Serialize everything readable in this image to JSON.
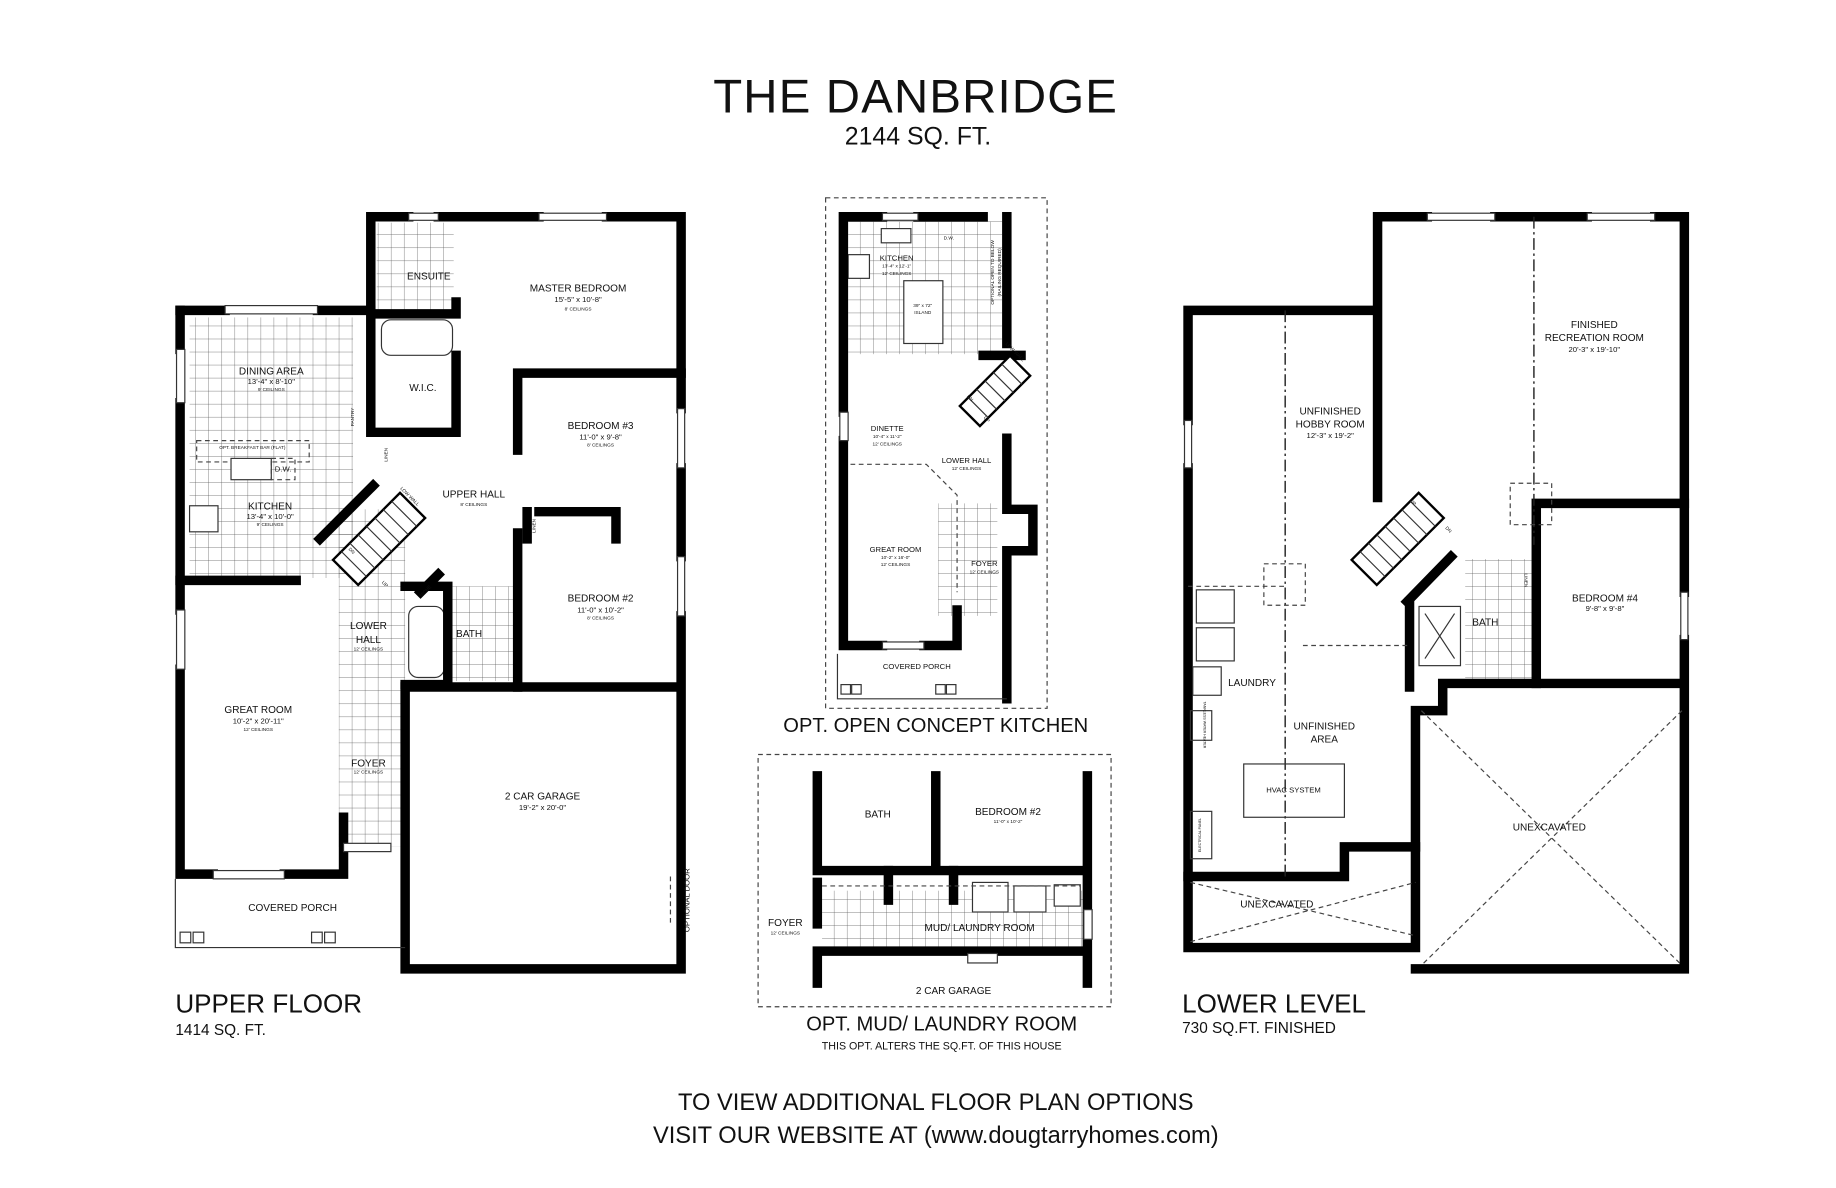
{
  "title": "THE DANBRIDGE",
  "total_sqft": "2144 SQ. FT.",
  "upper_floor": {
    "label": "UPPER FLOOR",
    "sqft": "1414 SQ. FT.",
    "ensuite": "ENSUITE",
    "master": {
      "name": "MASTER BEDROOM",
      "dims": "15'-5\" x 10'-8\"",
      "ceiling": "8' CEILINGS"
    },
    "dining": {
      "name": "DINING AREA",
      "dims": "13'-4\" x 8'-10\"",
      "ceiling": "9' CEILINGS"
    },
    "wic": "W.I.C.",
    "pantry": "PANTRY",
    "breakfast_bar": "OPT. BREAKFAST BAR (FLAT)",
    "dw": "D.W.",
    "linen": "LINEN",
    "kitchen": {
      "name": "KITCHEN",
      "dims": "13'-4\" x 10'-0\"",
      "ceiling": "9' CEILINGS"
    },
    "bedroom3": {
      "name": "BEDROOM #3",
      "dims": "11'-0\" x 9'-8\"",
      "ceiling": "8' CEILINGS"
    },
    "upper_hall": {
      "name": "UPPER HALL",
      "ceiling": "8' CEILINGS"
    },
    "low_wall": "LOW WALL",
    "dn": "DN",
    "up": "UP",
    "niche": "NICHE",
    "bedroom2": {
      "name": "BEDROOM #2",
      "dims": "11'-0\" x 10'-2\"",
      "ceiling": "8' CEILINGS"
    },
    "lower_hall": {
      "name1": "LOWER",
      "name2": "HALL",
      "ceiling": "12' CEILINGS"
    },
    "bath": "BATH",
    "great_room": {
      "name": "GREAT ROOM",
      "dims": "10'-2\" x 20'-11\"",
      "ceiling": "12' CEILINGS"
    },
    "foyer": {
      "name": "FOYER",
      "ceiling": "12' CEILINGS"
    },
    "garage": {
      "name": "2 CAR GARAGE",
      "dims": "19'-2\" x 20'-0\""
    },
    "porch": "COVERED PORCH",
    "optional_door": "OPTIONAL DOOR"
  },
  "open_concept": {
    "label": "OPT. OPEN CONCEPT KITCHEN",
    "kitchen": {
      "name": "KITCHEN",
      "dims": "13'-4\" x 12'-1\"",
      "ceiling": "12' CEILINGS"
    },
    "dw": "D.W.",
    "island": {
      "dims": "39\" x 72\"",
      "name": "ISLAND"
    },
    "open_below": {
      "line1": "OPTIONAL OPEN TO BELOW",
      "line2": "(RAILING REQUIRED)"
    },
    "low_wall": "LOW WALL",
    "dn": "DN",
    "up": "UP",
    "dinette": {
      "name": "DINETTE",
      "dims": "10'-4\" x 11'-2\"",
      "ceiling": "12' CEILINGS"
    },
    "lower_hall": {
      "name": "LOWER HALL",
      "ceiling": "12' CEILINGS"
    },
    "great_room": {
      "name": "GREAT ROOM",
      "dims": "10'-2\" x 16'-0\"",
      "ceiling": "12' CEILINGS"
    },
    "foyer": {
      "name": "FOYER",
      "ceiling": "12' CEILINGS"
    },
    "porch": "COVERED PORCH"
  },
  "mud_laundry": {
    "label": "OPT. MUD/ LAUNDRY ROOM",
    "note": "THIS OPT. ALTERS THE SQ.FT. OF THIS HOUSE",
    "bath": "BATH",
    "bedroom2": {
      "name": "BEDROOM #2",
      "dims": "11'-0\" x 10'-2\""
    },
    "foyer": {
      "name": "FOYER",
      "ceiling": "12' CEILINGS"
    },
    "mud": "MUD/ LAUNDRY ROOM",
    "garage": "2 CAR GARAGE"
  },
  "lower_level": {
    "label": "LOWER LEVEL",
    "sqft": "730 SQ.FT. FINISHED",
    "hobby": {
      "line1": "UNFINISHED",
      "line2": "HOBBY ROOM",
      "dims": "12'-3\" x 19'-2\""
    },
    "rec": {
      "line1": "FINISHED",
      "line2": "RECREATION ROOM",
      "dims": "20'-3\" x 19'-10\""
    },
    "up": "UP",
    "dn": "DN",
    "linen": "LINEN",
    "bath": "BATH",
    "bedroom4": {
      "name": "BEDROOM #4",
      "dims": "9'-8\" x 9'-8\""
    },
    "laundry": "LAUNDRY",
    "water_heater": "TANKLESS WATER HEATER",
    "unfinished": {
      "line1": "UNFINISHED",
      "line2": "AREA"
    },
    "hvac": "HVAC SYSTEM",
    "electrical": "ELECTRICAL PANEL",
    "unexcavated_small": "UNEXCAVATED",
    "unexcavated_garage": "UNEXCAVATED"
  },
  "footer": {
    "line1": "TO VIEW ADDITIONAL FLOOR PLAN OPTIONS",
    "line2": "VISIT OUR WEBSITE AT (www.dougtarryhomes.com)"
  }
}
